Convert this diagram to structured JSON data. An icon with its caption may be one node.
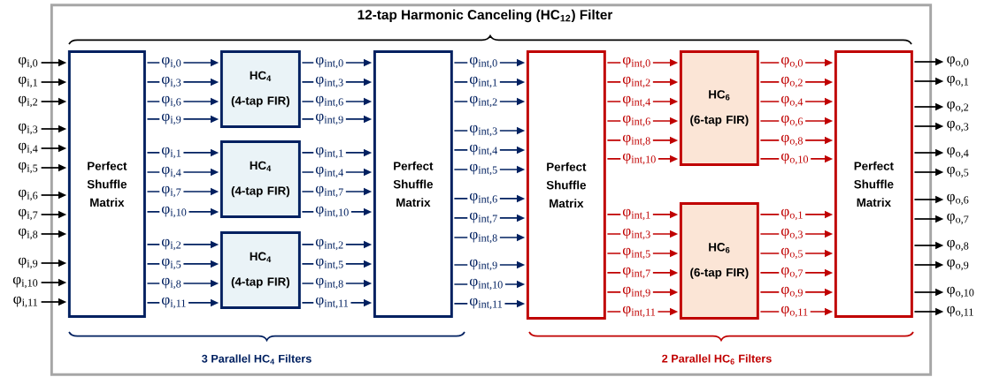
{
  "diagram": {
    "nodes": [
      {
        "text": [
          "12-tap Harmonic Canceling (HC$_{12}$) Filter"
        ]
      },
      {
        "text": [
          "φ$_{i,0}$"
        ]
      },
      {
        "text": [
          "φ$_{i,1}$"
        ]
      },
      {
        "text": [
          "φ$_{i,2}$"
        ]
      },
      {
        "text": [
          "φ$_{i,3}$"
        ]
      },
      {
        "text": [
          "φ$_{i,4}$"
        ]
      },
      {
        "text": [
          "φ$_{i,5}$"
        ]
      },
      {
        "text": [
          "φ$_{i,6}$"
        ]
      },
      {
        "text": [
          "φ$_{i,7}$"
        ]
      },
      {
        "text": [
          "φ$_{i,8}$"
        ]
      },
      {
        "text": [
          "φ$_{i,9}$"
        ]
      },
      {
        "text": [
          "φ$_{i,10}$"
        ]
      },
      {
        "text": [
          "φ$_{i,11}$"
        ]
      },
      {
        "text": [
          "Perfect Shuffle Matrix"
        ],
        "in": 0
      },
      {
        "text": [
          "HC$_{4}$",
          "(4-tap FIR)"
        ],
        "in": 0
      },
      {
        "text": [
          "HC$_{4}$",
          "(4-tap FIR)"
        ],
        "in": 0
      },
      {
        "text": [
          "HC$_{4}$",
          "(4-tap FIR)"
        ],
        "in": 0
      },
      {
        "text": [
          "Perfect Shuffle Matrix"
        ],
        "in": 0
      },
      {
        "text": [
          "Perfect Shuffle Matrix"
        ],
        "in": 0
      },
      {
        "text": [
          "HC$_{6}$",
          "(6-tap FIR)"
        ],
        "in": 0
      },
      {
        "text": [
          "HC$_{6}$",
          "(6-tap FIR)"
        ],
        "in": 0
      },
      {
        "text": [
          "Perfect Shuffle Matrix"
        ],
        "in": 0
      },
      {
        "text": [
          "φ$_{o,0}$"
        ]
      },
      {
        "text": [
          "φ$_{o,1}$"
        ]
      },
      {
        "text": [
          "φ$_{o,2}$"
        ]
      },
      {
        "text": [
          "φ$_{o,3}$"
        ]
      },
      {
        "text": [
          "φ$_{o,4}$"
        ]
      },
      {
        "text": [
          "φ$_{o,5}$"
        ]
      },
      {
        "text": [
          "φ$_{o,6}$"
        ]
      },
      {
        "text": [
          "φ$_{o,7}$"
        ]
      },
      {
        "text": [
          "φ$_{o,8}$"
        ]
      },
      {
        "text": [
          "φ$_{o,9}$"
        ]
      },
      {
        "text": [
          "φ$_{o,10}$"
        ]
      },
      {
        "text": [
          "φ$_{o,11}$"
        ]
      }
    ],
    "edges": [
      {
        "from": 1,
        "to": 13,
        "arrow": "to",
        "color": "#000000"
      },
      {
        "from": 2,
        "to": 13,
        "arrow": "to",
        "color": "#000000"
      },
      {
        "from": 3,
        "to": 13,
        "arrow": "to",
        "color": "#000000"
      },
      {
        "from": 4,
        "to": 13,
        "arrow": "to",
        "color": "#000000"
      },
      {
        "from": 5,
        "to": 13,
        "arrow": "to",
        "color": "#000000"
      },
      {
        "from": 6,
        "to": 13,
        "arrow": "to",
        "color": "#000000"
      },
      {
        "from": 7,
        "to": 13,
        "arrow": "to",
        "color": "#000000"
      },
      {
        "from": 8,
        "to": 13,
        "arrow": "to",
        "color": "#000000"
      },
      {
        "from": 9,
        "to": 13,
        "arrow": "to",
        "color": "#000000"
      },
      {
        "from": 10,
        "to": 13,
        "arrow": "to",
        "color": "#000000"
      },
      {
        "from": 11,
        "to": 13,
        "arrow": "to",
        "color": "#000000"
      },
      {
        "from": 12,
        "to": 13,
        "arrow": "to",
        "color": "#000000"
      },
      {
        "from": 13,
        "to": 14,
        "arrow": "to",
        "label": "φ$_{i,0}$"
      },
      {
        "from": 13,
        "to": 14,
        "arrow": "to",
        "label": "φ$_{i,3}$"
      },
      {
        "from": 13,
        "to": 14,
        "arrow": "to",
        "label": "φ$_{i,6}$"
      },
      {
        "from": 13,
        "to": 14,
        "arrow": "to",
        "label": "φ$_{i,9}$"
      },
      {
        "from": 13,
        "to": 15,
        "arrow": "to",
        "label": "φ$_{i,1}$"
      },
      {
        "from": 13,
        "to": 15,
        "arrow": "to",
        "label": "φ$_{i,4}$"
      },
      {
        "from": 13,
        "to": 15,
        "arrow": "to",
        "label": "φ$_{i,7}$"
      },
      {
        "from": 13,
        "to": 15,
        "arrow": "to",
        "label": "φ$_{i,10}$"
      },
      {
        "from": 13,
        "to": 16,
        "arrow": "to",
        "label": "φ$_{i,2}$"
      },
      {
        "from": 13,
        "to": 16,
        "arrow": "to",
        "label": "φ$_{i,5}$"
      },
      {
        "from": 13,
        "to": 16,
        "arrow": "to",
        "label": "φ$_{i,8}$"
      },
      {
        "from": 13,
        "to": 16,
        "arrow": "to",
        "label": "φ$_{i,11}$"
      },
      {
        "from": 14,
        "to": 17,
        "arrow": "to",
        "label": "φ$_{int,0}$"
      },
      {
        "from": 14,
        "to": 17,
        "arrow": "to",
        "label": "φ$_{int,3}$"
      },
      {
        "from": 14,
        "to": 17,
        "arrow": "to",
        "label": "φ$_{int,6}$"
      },
      {
        "from": 14,
        "to": 17,
        "arrow": "to",
        "label": "φ$_{int,9}$"
      },
      {
        "from": 15,
        "to": 17,
        "arrow": "to",
        "label": "φ$_{int,1}$"
      },
      {
        "from": 15,
        "to": 17,
        "arrow": "to",
        "label": "φ$_{int,4}$"
      },
      {
        "from": 15,
        "to": 17,
        "arrow": "to",
        "label": "φ$_{int,7}$"
      },
      {
        "from": 15,
        "to": 17,
        "arrow": "to",
        "label": "φ$_{int,10}$"
      },
      {
        "from": 16,
        "to": 17,
        "arrow": "to",
        "label": "φ$_{int,2}$"
      },
      {
        "from": 16,
        "to": 17,
        "arrow": "to",
        "label": "φ$_{int,5}$"
      },
      {
        "from": 16,
        "to": 17,
        "arrow": "to",
        "label": "φ$_{int,8}$"
      },
      {
        "from": 16,
        "to": 17,
        "arrow": "to",
        "label": "φ$_{int,11}$"
      },
      {
        "from": 17,
        "to": 18,
        "arrow": "to",
        "label": "φ$_{int,0}$"
      },
      {
        "from": 17,
        "to": 18,
        "arrow": "to",
        "label": "φ$_{int,1}$"
      },
      {
        "from": 17,
        "to": 18,
        "arrow": "to",
        "label": "φ$_{int,2}$"
      },
      {
        "from": 17,
        "to": 18,
        "arrow": "to",
        "label": "φ$_{int,3}$"
      },
      {
        "from": 17,
        "to": 18,
        "arrow": "to",
        "label": "φ$_{int,4}$"
      },
      {
        "from": 17,
        "to": 18,
        "arrow": "to",
        "label": "φ$_{int,5}$"
      },
      {
        "from": 17,
        "to": 18,
        "arrow": "to",
        "label": "φ$_{int,6}$"
      },
      {
        "from": 17,
        "to": 18,
        "arrow": "to",
        "label": "φ$_{int,7}$"
      },
      {
        "from": 17,
        "to": 18,
        "arrow": "to",
        "label": "φ$_{int,8}$"
      },
      {
        "from": 17,
        "to": 18,
        "arrow": "to",
        "label": "φ$_{int,9}$"
      },
      {
        "from": 17,
        "to": 18,
        "arrow": "to",
        "label": "φ$_{int,10}$"
      },
      {
        "from": 17,
        "to": 18,
        "arrow": "to",
        "label": "φ$_{int,11}$"
      },
      {
        "from": 18,
        "to": 19,
        "arrow": "to",
        "label": "φ$_{int,0}$",
        "color": "#c00000"
      },
      {
        "from": 18,
        "to": 19,
        "arrow": "to",
        "label": "φ$_{int,2}$",
        "color": "#c00000"
      },
      {
        "from": 18,
        "to": 19,
        "arrow": "to",
        "label": "φ$_{int,4}$",
        "color": "#c00000"
      },
      {
        "from": 18,
        "to": 19,
        "arrow": "to",
        "label": "φ$_{int,6}$",
        "color": "#c00000"
      },
      {
        "from": 18,
        "to": 19,
        "arrow": "to",
        "label": "φ$_{int,8}$",
        "color": "#c00000"
      },
      {
        "from": 18,
        "to": 19,
        "arrow": "to",
        "label": "φ$_{int,10}$",
        "color": "#c00000"
      },
      {
        "from": 18,
        "to": 20,
        "arrow": "to",
        "label": "φ$_{int,1}$",
        "color": "#c00000"
      },
      {
        "from": 18,
        "to": 20,
        "arrow": "to",
        "label": "φ$_{int,3}$",
        "color": "#c00000"
      },
      {
        "from": 18,
        "to": 20,
        "arrow": "to",
        "label": "φ$_{int,5}$",
        "color": "#c00000"
      },
      {
        "from": 18,
        "to": 20,
        "arrow": "to",
        "label": "φ$_{int,7}$",
        "color": "#c00000"
      },
      {
        "from": 18,
        "to": 20,
        "arrow": "to",
        "label": "φ$_{int,9}$",
        "color": "#c00000"
      },
      {
        "from": 18,
        "to": 20,
        "arrow": "to",
        "label": "φ$_{int,11}$",
        "color": "#c00000"
      },
      {
        "from": 19,
        "to": 21,
        "arrow": "to",
        "label": "φ$_{o,0}$",
        "color": "#c00000"
      },
      {
        "from": 19,
        "to": 21,
        "arrow": "to",
        "label": "φ$_{o,2}$",
        "color": "#c00000"
      },
      {
        "from": 19,
        "to": 21,
        "arrow": "to",
        "label": "φ$_{o,4}$",
        "color": "#c00000"
      },
      {
        "from": 19,
        "to": 21,
        "arrow": "to",
        "label": "φ$_{o,6}$",
        "color": "#c00000"
      },
      {
        "from": 19,
        "to": 21,
        "arrow": "to",
        "label": "φ$_{o,8}$",
        "color": "#c00000"
      },
      {
        "from": 19,
        "to": 21,
        "arrow": "to",
        "label": "φ$_{o,10}$",
        "color": "#c00000"
      },
      {
        "from": 20,
        "to": 21,
        "arrow": "to",
        "label": "φ$_{o,1}$",
        "color": "#c00000"
      },
      {
        "from": 20,
        "to": 21,
        "arrow": "to",
        "label": "φ$_{o,3}$",
        "color": "#c00000"
      },
      {
        "from": 20,
        "to": 21,
        "arrow": "to",
        "label": "φ$_{o,5}$",
        "color": "#c00000"
      },
      {
        "from": 20,
        "to": 21,
        "arrow": "to",
        "label": "φ$_{o,7}$",
        "color": "#c00000"
      },
      {
        "from": 20,
        "to": 21,
        "arrow": "to",
        "label": "φ$_{o,9}$",
        "color": "#c00000"
      },
      {
        "from": 20,
        "to": 21,
        "arrow": "to",
        "label": "φ$_{o,11}$",
        "color": "#c00000"
      },
      {
        "from": 21,
        "to": 22,
        "arrow": "to",
        "color": "#000000"
      },
      {
        "from": 21,
        "to": 23,
        "arrow": "to",
        "color": "#000000"
      },
      {
        "from": 21,
        "to": 24,
        "arrow": "to",
        "color": "#000000"
      },
      {
        "from": 21,
        "to": 25,
        "arrow": "to",
        "color": "#000000"
      },
      {
        "from": 21,
        "to": 26,
        "arrow": "to",
        "color": "#000000"
      },
      {
        "from": 21,
        "to": 27,
        "arrow": "to",
        "color": "#000000"
      },
      {
        "from": 21,
        "to": 28,
        "arrow": "to",
        "color": "#000000"
      },
      {
        "from": 21,
        "to": 29,
        "arrow": "to",
        "color": "#000000"
      },
      {
        "from": 21,
        "to": 30,
        "arrow": "to",
        "color": "#000000"
      },
      {
        "from": 21,
        "to": 31,
        "arrow": "to",
        "color": "#000000"
      },
      {
        "from": 21,
        "to": 32,
        "arrow": "to",
        "color": "#000000"
      },
      {
        "from": 21,
        "to": 33,
        "arrow": "to",
        "color": "#000000"
      }
    ],
    "labels": [
      "3 Parallel HC$_{4}$ Filters",
      "2 Parallel HC$_{6}$ Filters"
    ]
  }
}
